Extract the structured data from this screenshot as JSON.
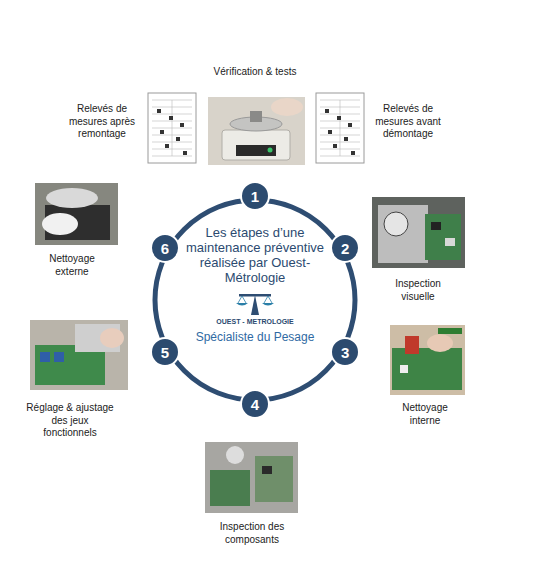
{
  "diagram": {
    "nodes": [
      {
        "text": [
          "Les étapes d’une maintenance préventive réalisée par Ouest-Métrologie",
          "OUEST - METROLOGIE",
          "Spécialiste du Pesage"
        ]
      },
      {
        "text": [
          "1"
        ]
      },
      {
        "text": [
          "2"
        ]
      },
      {
        "text": [
          "3"
        ]
      },
      {
        "text": [
          "4"
        ]
      },
      {
        "text": [
          "5"
        ]
      },
      {
        "text": [
          "6"
        ]
      }
    ],
    "labels": [
      "Vérification & tests",
      "Relevés de mesures après remontage",
      "Relevés de mesures avant démontage",
      "Nettoyage externe",
      "Inspection visuelle",
      "Réglage & ajustage des jeux fonctionnels",
      "Nettoyage interne",
      "Inspection des composants"
    ]
  }
}
